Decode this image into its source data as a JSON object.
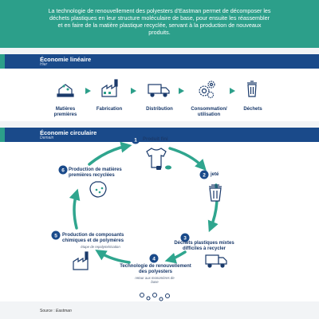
{
  "header": {
    "text": "La technologie de renouvellement des polyesters d'Eastman permet de décomposer les déchets plastiques en leur structure moléculaire de base, pour ensuite les réassembler et en faire de la matière plastique recyclée, servant à la production de nouveaux produits."
  },
  "linear": {
    "title": "Économie linéaire",
    "subtitle": "Hier",
    "steps": [
      {
        "label": "Matières premières",
        "icon": "raw-materials-icon"
      },
      {
        "label": "Fabrication",
        "icon": "factory-icon"
      },
      {
        "label": "Distribution",
        "icon": "truck-icon"
      },
      {
        "label": "Consommation/ utilisation",
        "icon": "gears-icon"
      },
      {
        "label": "Déchets",
        "icon": "trash-icon"
      }
    ]
  },
  "circular": {
    "title": "Économie circulaire",
    "subtitle": "Demain",
    "steps": [
      {
        "num": "1",
        "label": "Produit fini",
        "note": ""
      },
      {
        "num": "2",
        "label": "jeté",
        "note": ""
      },
      {
        "num": "3",
        "label": "Déchets plastiques mixtes difficiles à recycler",
        "note": ""
      },
      {
        "num": "4",
        "label": "Technologie de renouvellement des polyesters",
        "note": "retour aux monomères de base"
      },
      {
        "num": "5",
        "label": "Production de composants chimiques et de polymères",
        "note": "étape de repolymérisation"
      },
      {
        "num": "6",
        "label": "Production de matières premières recyclées",
        "note": ""
      }
    ]
  },
  "source": {
    "prefix": "Source : ",
    "name": "Eastman"
  },
  "colors": {
    "teal": "#2c9f8a",
    "navy": "#1a4a8a",
    "dark": "#1a3a6b",
    "arrow": "#2fa58e",
    "light": "#f2f4f6"
  }
}
